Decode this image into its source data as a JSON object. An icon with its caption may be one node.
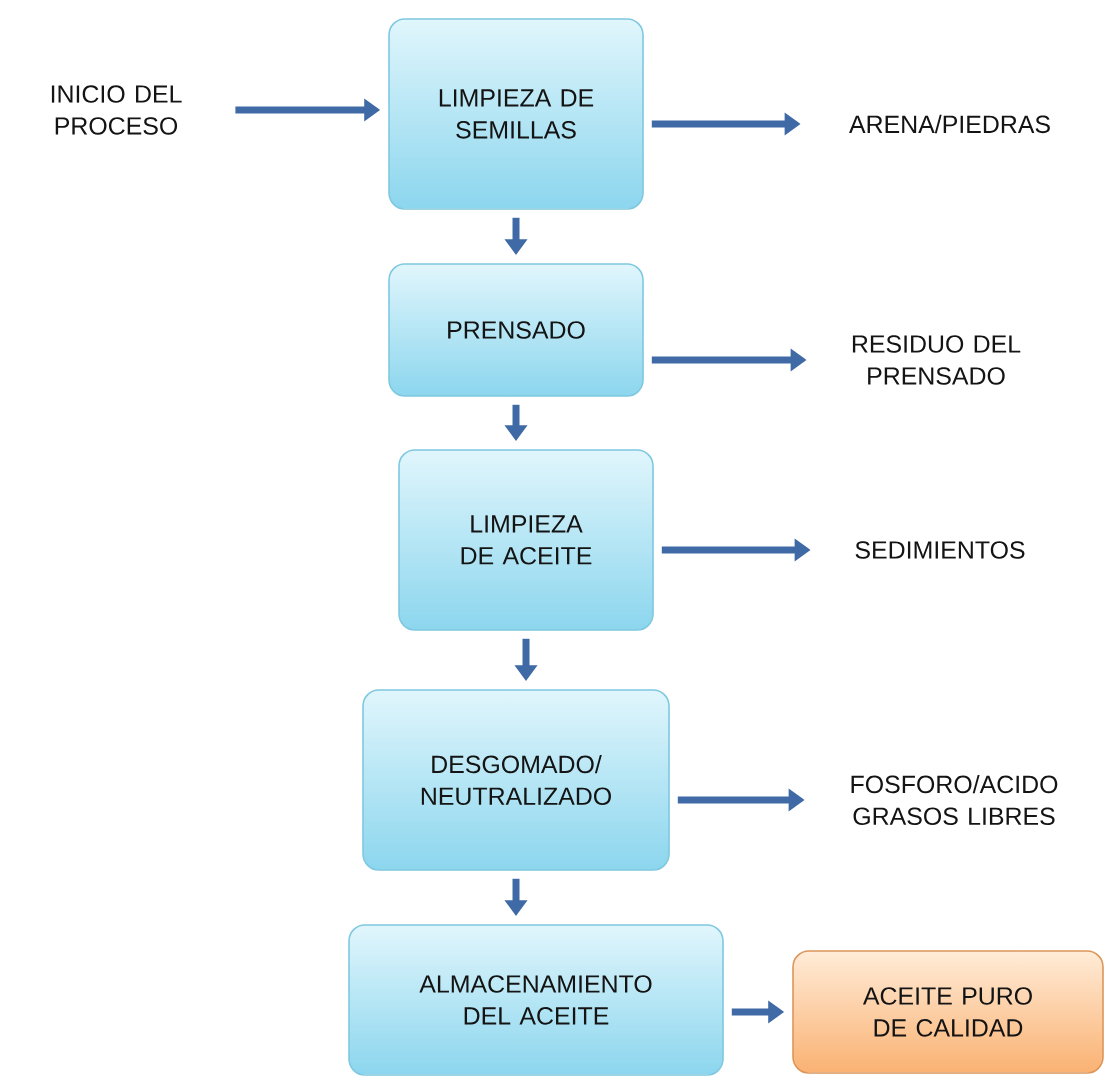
{
  "diagram": {
    "nodes": [
      {
        "text": [
          "INICIO DEL PROCESO"
        ]
      },
      {
        "text": [
          "LIMPIEZA DE SEMILLAS"
        ]
      },
      {
        "text": [
          "ARENA/PIEDRAS"
        ]
      },
      {
        "text": [
          "PRENSADO"
        ]
      },
      {
        "text": [
          "RESIDUO DEL PRENSADO"
        ]
      },
      {
        "text": [
          "LIMPIEZA DE ACEITE"
        ]
      },
      {
        "text": [
          "SEDIMIENTOS"
        ]
      },
      {
        "text": [
          "DESGOMADO/ NEUTRALIZADO"
        ]
      },
      {
        "text": [
          "FOSFORO/ACIDO GRASOS LIBRES"
        ]
      },
      {
        "text": [
          "ALMACENAMIENTO DEL ACEITE"
        ]
      },
      {
        "text": [
          "ACEITE PURO DE CALIDAD"
        ]
      }
    ],
    "edges": [
      {
        "from": 0,
        "to": 1,
        "arrow": "to"
      },
      {
        "from": 1,
        "to": 2,
        "arrow": "to"
      },
      {
        "from": 1,
        "to": 3,
        "arrow": "to"
      },
      {
        "from": 3,
        "to": 4,
        "arrow": "to"
      },
      {
        "from": 3,
        "to": 5,
        "arrow": "to"
      },
      {
        "from": 5,
        "to": 6,
        "arrow": "to"
      },
      {
        "from": 5,
        "to": 7,
        "arrow": "to"
      },
      {
        "from": 7,
        "to": 8,
        "arrow": "to"
      },
      {
        "from": 7,
        "to": 9,
        "arrow": "to"
      },
      {
        "from": 9,
        "to": 10,
        "arrow": "to"
      }
    ]
  }
}
